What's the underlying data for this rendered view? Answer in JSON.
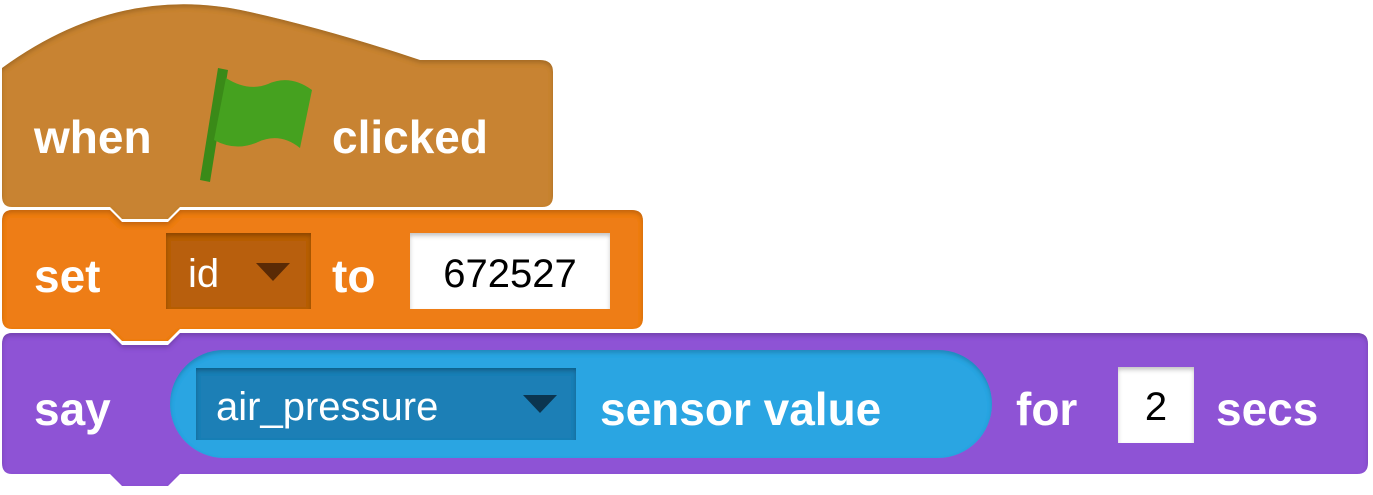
{
  "script": {
    "hat_block": {
      "label_when": "when",
      "icon": "green-flag-icon",
      "label_clicked": "clicked",
      "color": "#c88330"
    },
    "set_block": {
      "label_set": "set",
      "variable": "id",
      "label_to": "to",
      "value": "672527",
      "color": "#ee7d16"
    },
    "say_block": {
      "label_say": "say",
      "sensor_name": "air_pressure",
      "reporter_label": "sensor value",
      "label_for": "for",
      "duration": "2",
      "label_secs": "secs",
      "color": "#8e53d5",
      "reporter_color": "#2ca5e2"
    }
  }
}
